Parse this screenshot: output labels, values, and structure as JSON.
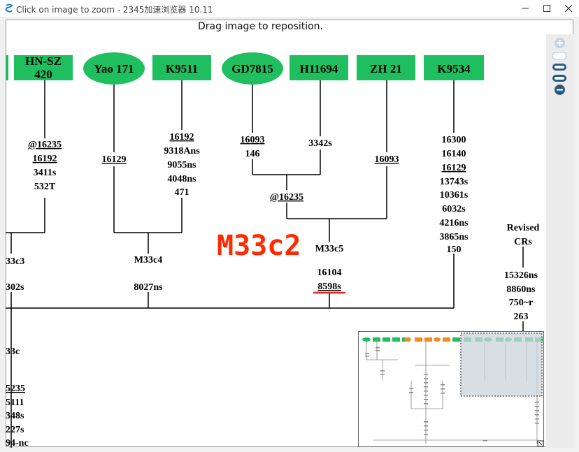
{
  "window": {
    "title": "Click on image to zoom - 2345加速浏览器 10.11",
    "controls": [
      "minimize",
      "maximize",
      "close"
    ]
  },
  "viewer": {
    "hint": "Drag image to reposition."
  },
  "zoom_controls": [
    {
      "name": "zoom-in",
      "icon": "plus-circle-icon"
    },
    {
      "name": "zoom-level-1",
      "icon": "bar-icon"
    },
    {
      "name": "zoom-level-2",
      "icon": "bar-icon"
    },
    {
      "name": "zoom-level-3",
      "icon": "bar-icon"
    },
    {
      "name": "zoom-out",
      "icon": "minus-circle-icon"
    }
  ],
  "tree": {
    "nodes": {
      "hnsz_l1": "HN-SZ",
      "hnsz_l2": "420",
      "yao": "Yao 171",
      "k9511": "K9511",
      "gd7815": "GD7815",
      "h11694": "H11694",
      "zh21": "ZH 21",
      "k9534": "K9534"
    },
    "labels": {
      "hnsz_m1": "@16235",
      "hnsz_m2": "16192",
      "hnsz_m3": "3411s",
      "hnsz_m4": "532T",
      "yao_m1": "16129",
      "k9511_m1": "16192",
      "k9511_m2": "9318Ans",
      "k9511_m3": "9055ns",
      "k9511_m4": "4048ns",
      "k9511_m5": "471",
      "gd_m1": "16093",
      "gd_m2": "146",
      "h_m1": "3342s",
      "zh_m1": "16093",
      "join_m1": "@16235",
      "k9534_m1": "16300",
      "k9534_m2": "16140",
      "k9534_m3": "16129",
      "k9534_m4": "13743s",
      "k9534_m5": "10361s",
      "k9534_m6": "6032s",
      "k9534_m7": "4216ns",
      "k9534_m8": "3865ns",
      "k9534_m9": "150",
      "m33c3": "33c3",
      "m33c3_m1": "302s",
      "m33c4": "M33c4",
      "m33c4_m1": "8027ns",
      "m33c5": "M33c5",
      "m33c5_m1": "16104",
      "m33c5_m2": "8598s",
      "annotation": "M33c2",
      "revised1": "Revised",
      "revised2": "CRs",
      "rev_m1": "15326ns",
      "rev_m2": "8860ns",
      "rev_m3": "750~r",
      "rev_m4": "263",
      "m33c": "33c",
      "left_m1": "5235",
      "left_m2": "5111",
      "left_m3": "348s",
      "left_m4": "227s",
      "left_m5": "94-nc"
    }
  },
  "colors": {
    "node_green": "#1fbf5f",
    "annotation_red": "#ff2a00",
    "minimap_view": "#c9d4dc"
  }
}
